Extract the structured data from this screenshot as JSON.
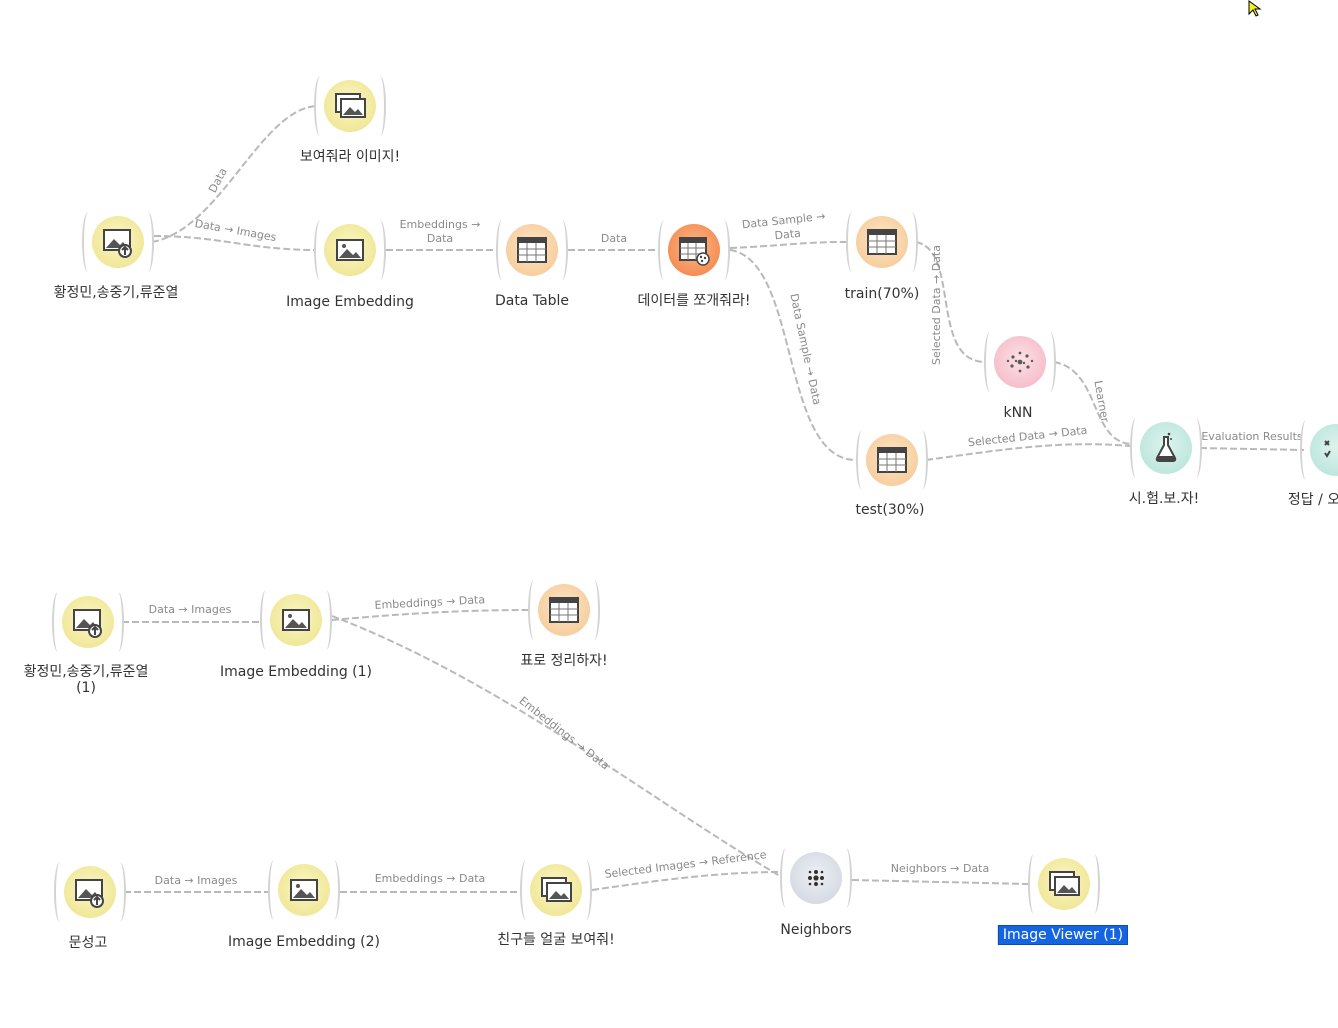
{
  "colors": {
    "link": "#b9b9b9",
    "selection": "#1565e0",
    "canvas": "#ffffff"
  },
  "nodes": {
    "show_image": {
      "label": "보여줘라 이미지!",
      "icon": "image-viewer-icon"
    },
    "import_a": {
      "label": "황정민,송중기,류준열",
      "icon": "import-images-icon"
    },
    "embed_a": {
      "label": "Image Embedding",
      "icon": "image-embedding-icon"
    },
    "table_a": {
      "label": "Data Table",
      "icon": "data-table-icon"
    },
    "sampler": {
      "label": "데이터를 쪼개줘라!",
      "icon": "data-sampler-icon"
    },
    "train": {
      "label": "train(70%)",
      "icon": "data-table-icon"
    },
    "test": {
      "label": "test(30%)",
      "icon": "data-table-icon"
    },
    "knn": {
      "label": "kNN",
      "icon": "knn-icon"
    },
    "test_score": {
      "label": "시.험.보.자!",
      "icon": "flask-icon"
    },
    "confusion": {
      "label": "정답 / 오",
      "icon": "confusion-matrix-icon"
    },
    "import_b": {
      "label": "황정민,송중기,류준열\n(1)",
      "icon": "import-images-icon"
    },
    "embed_b": {
      "label": "Image Embedding (1)",
      "icon": "image-embedding-icon"
    },
    "table_b": {
      "label": "표로 정리하자!",
      "icon": "data-table-icon"
    },
    "import_c": {
      "label": "문성고",
      "icon": "import-images-icon"
    },
    "embed_c": {
      "label": "Image Embedding (2)",
      "icon": "image-embedding-icon"
    },
    "viewer_c": {
      "label": "친구들 얼굴 보여줘!",
      "icon": "image-viewer-icon"
    },
    "neighbors": {
      "label": "Neighbors",
      "icon": "neighbors-icon"
    },
    "viewer_out": {
      "label": "Image Viewer (1)",
      "icon": "image-viewer-icon"
    }
  },
  "links": {
    "l1": "Data",
    "l2": "Data → Images",
    "l3a": "Embeddings →",
    "l3b": "Data",
    "l4": "Data",
    "l5a": "Data Sample →",
    "l5b": "Data",
    "l6": "Data Sample → Data",
    "l7": "Selected Data → Data",
    "l8": "Learner",
    "l9": "Selected Data → Data",
    "l10": "Evaluation Results",
    "l11": "Data → Images",
    "l12": "Embeddings → Data",
    "l13": "Embeddings → Data",
    "l14": "Data → Images",
    "l15": "Embeddings → Data",
    "l16": "Selected Images → Reference",
    "l17": "Neighbors → Data"
  }
}
